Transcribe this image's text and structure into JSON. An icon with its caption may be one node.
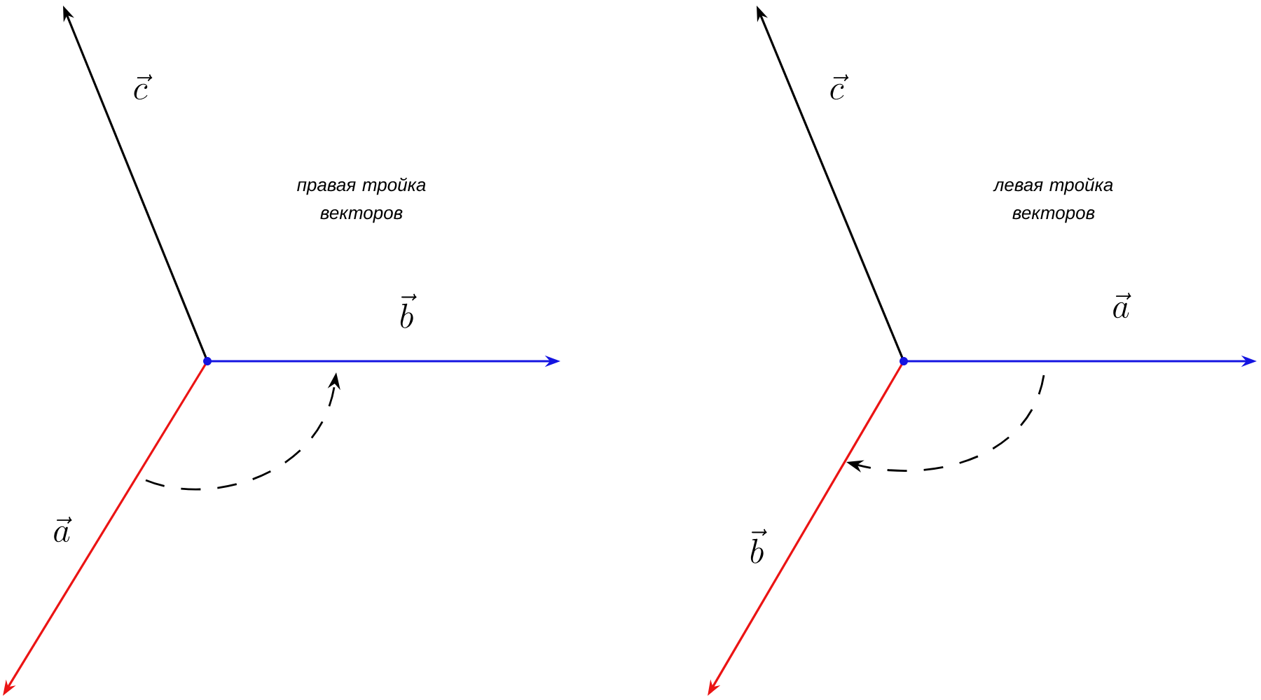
{
  "diagram": {
    "labels": [
      "\\vec{c}",
      "правая тройка векторов",
      "\\vec{b}",
      "\\vec{a}",
      "\\vec{c}",
      "левая тройка векторов",
      "\\vec{a}",
      "\\vec{b}"
    ]
  }
}
